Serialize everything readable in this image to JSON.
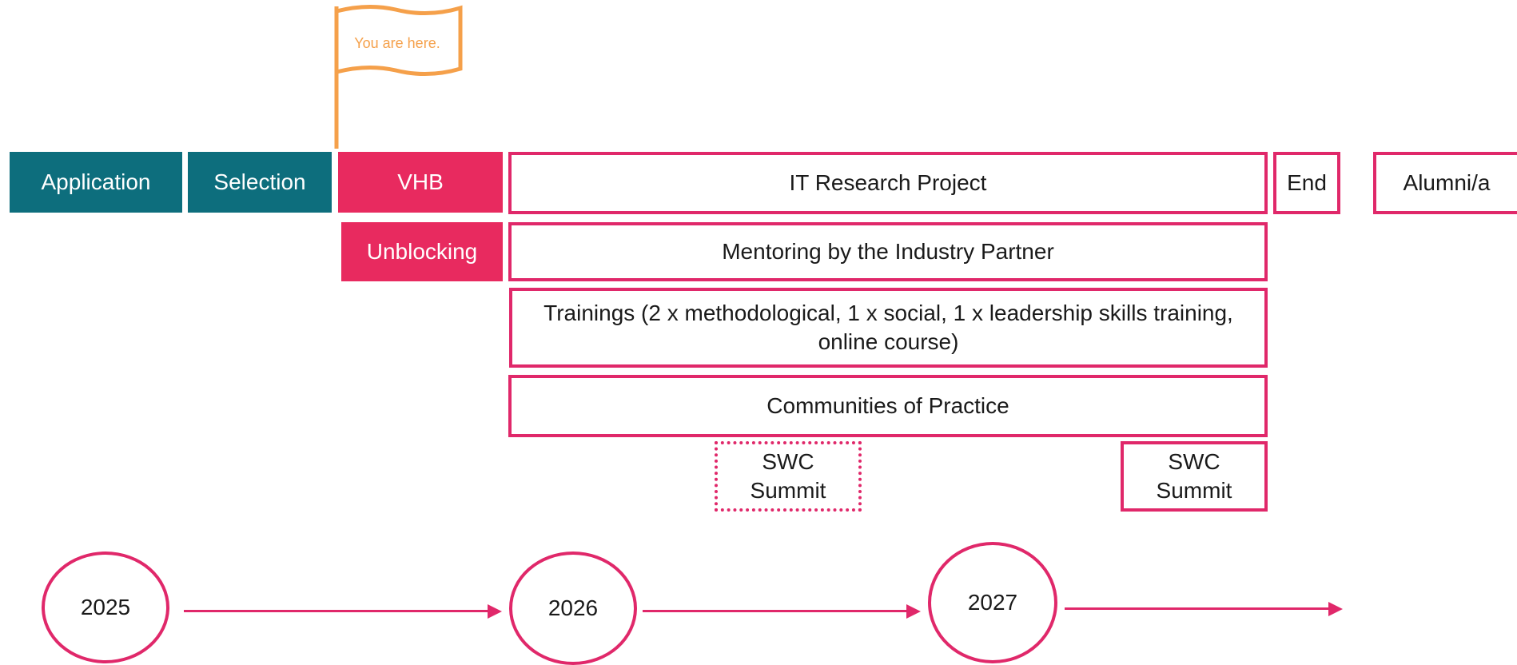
{
  "flag": {
    "label": "You are here."
  },
  "phases": {
    "application": "Application",
    "selection": "Selection",
    "vhb": "VHB",
    "it_research_project": "IT Research Project",
    "end": "End",
    "alumni": "Alumni/a"
  },
  "activities": {
    "unblocking": "Unblocking",
    "mentoring": "Mentoring by the Industry Partner",
    "trainings": "Trainings (2 x methodological, 1 x social, 1 x leadership skills training, online course)",
    "communities": "Communities of Practice",
    "swc_summit_1": "SWC Summit",
    "swc_summit_2": "SWC Summit"
  },
  "timeline": {
    "years": [
      "2025",
      "2026",
      "2027"
    ]
  },
  "colors": {
    "teal": "#0d6e7d",
    "pink": "#e82a5f",
    "pink_outline": "#e0286a",
    "flag_orange": "#f5a04a"
  }
}
